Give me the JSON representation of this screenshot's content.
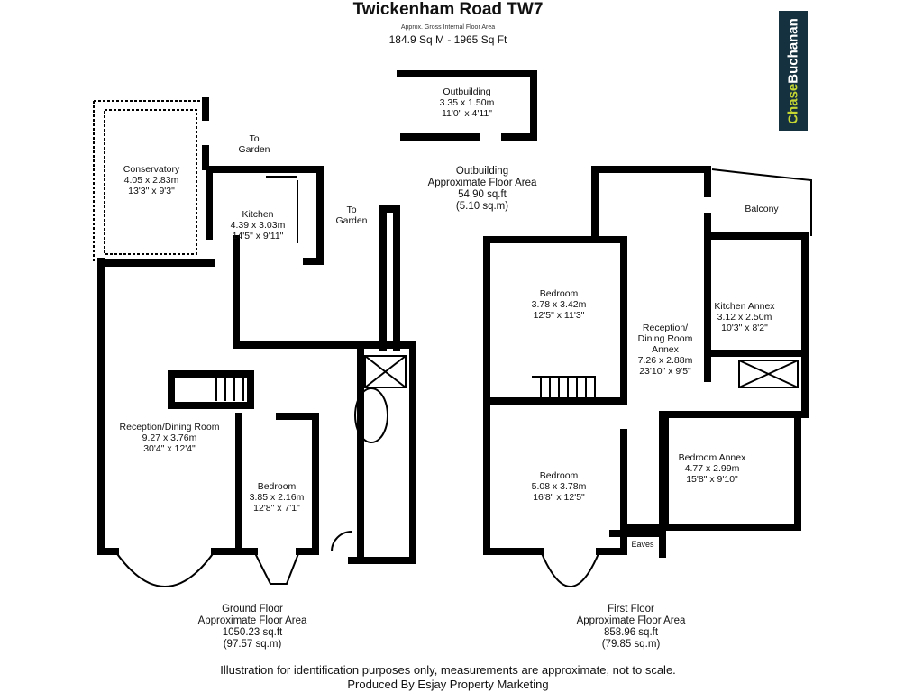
{
  "header": {
    "title": "Twickenham Road TW7",
    "subtitle": "Approx. Gross Internal Floor Area",
    "total_area": "184.9 Sq M - 1965 Sq Ft"
  },
  "logo": {
    "part1": "Chase",
    "part2": "Buchanan",
    "colors": {
      "background": "#15303e",
      "part1": "#c5d633",
      "part2": "#ffffff"
    }
  },
  "outbuilding": {
    "name": "Outbuilding",
    "metric": "3.35 x 1.50m",
    "imperial": "11'0\" x 4'11\"",
    "area_label": "Outbuilding",
    "area_line2": "Approximate Floor Area",
    "sqft": "54.90 sq.ft",
    "sqm": "(5.10 sq.m)"
  },
  "ground_floor": {
    "rooms": [
      {
        "name": "Conservatory",
        "metric": "4.05 x 2.83m",
        "imperial": "13'3\" x 9'3\""
      },
      {
        "name": "Kitchen",
        "metric": "4.39 x 3.03m",
        "imperial": "14'5\" x 9'11\""
      },
      {
        "name": "Reception/Dining Room",
        "metric": "9.27 x 3.76m",
        "imperial": "30'4\" x 12'4\""
      },
      {
        "name": "Bedroom",
        "metric": "3.85 x 2.16m",
        "imperial": "12'8\" x 7'1\""
      }
    ],
    "to_garden_1": [
      "To",
      "Garden"
    ],
    "to_garden_2": [
      "To",
      "Garden"
    ],
    "label": "Ground Floor",
    "area_line2": "Approximate Floor Area",
    "sqft": "1050.23 sq.ft",
    "sqm": "(97.57 sq.m)"
  },
  "first_floor": {
    "rooms": [
      {
        "name": "Bedroom",
        "metric": "3.78 x 3.42m",
        "imperial": "12'5\" x 11'3\""
      },
      {
        "name": "Reception/",
        "name2": "Dining Room",
        "name3": "Annex",
        "metric": "7.26 x 2.88m",
        "imperial": "23'10\" x 9'5\""
      },
      {
        "name": "Kitchen Annex",
        "metric": "3.12 x 2.50m",
        "imperial": "10'3\" x 8'2\""
      },
      {
        "name": "Bedroom",
        "metric": "5.08 x 3.78m",
        "imperial": "16'8\" x 12'5\""
      },
      {
        "name": "Bedroom Annex",
        "metric": "4.77 x 2.99m",
        "imperial": "15'8\" x 9'10\""
      }
    ],
    "balcony": "Balcony",
    "eaves": "Eaves",
    "label": "First Floor",
    "area_line2": "Approximate Floor Area",
    "sqft": "858.96 sq.ft",
    "sqm": "(79.85 sq.m)"
  },
  "footer": {
    "line1": "Illustration for identification purposes only, measurements are approximate, not to scale.",
    "line2": "Produced By Esjay Property Marketing"
  }
}
